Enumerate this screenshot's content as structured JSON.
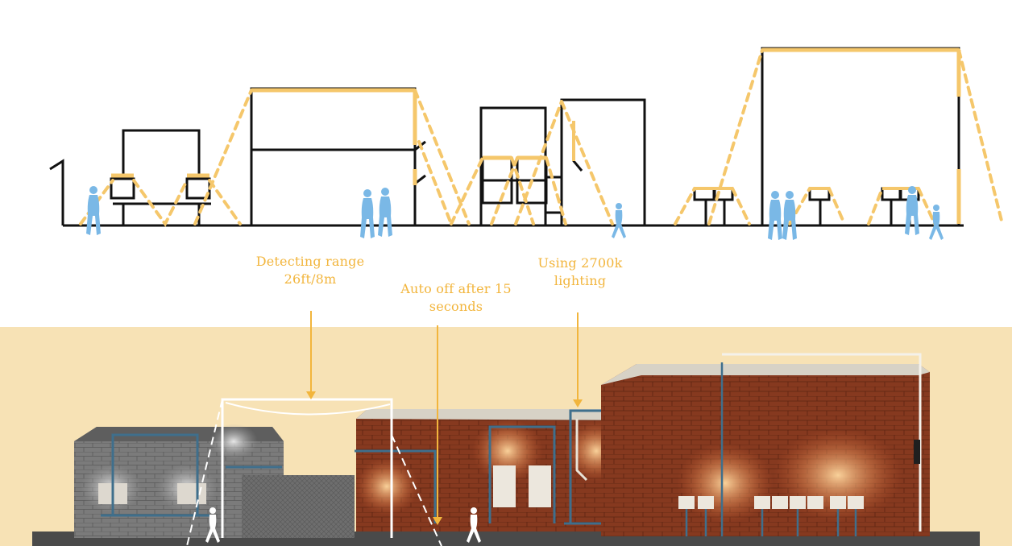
{
  "annotations": {
    "detecting_range": {
      "line1": "Detecting range",
      "line2": "26ft/8m"
    },
    "auto_off": {
      "line1": "Auto off after 15",
      "line2": "seconds"
    },
    "lighting": {
      "line1": "Using 2700k",
      "line2": "lighting"
    }
  },
  "icons": [
    "moon-icon",
    "person-silhouette-icon",
    "wall-light-icon",
    "motion-sensor-range-icon"
  ],
  "colors": {
    "accent_gold": "#f2b53c",
    "light_cone": "#f5c76b",
    "person_blue": "#7ab8e6",
    "ink": "#111111",
    "sand_background": "#f7e2b5",
    "brick_red": "#8a3b21",
    "stone_gray": "#7d7d7d",
    "pipe_blue": "#3f6f8c"
  }
}
